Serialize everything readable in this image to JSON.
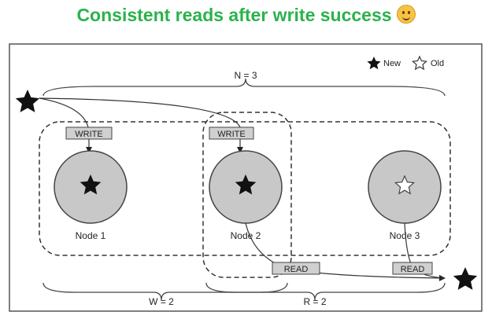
{
  "title": "Consistent reads after write success",
  "legend": {
    "new_label": "New",
    "old_label": "Old"
  },
  "labels": {
    "n": "N = 3",
    "w": "W = 2",
    "r": "R = 2",
    "write_1": "WRITE",
    "write_2": "WRITE",
    "read_1": "READ",
    "read_2": "READ"
  },
  "nodes": [
    {
      "name": "Node 1",
      "version": "New"
    },
    {
      "name": "Node 2",
      "version": "New"
    },
    {
      "name": "Node 3",
      "version": "Old"
    }
  ],
  "colors": {
    "title": "#2bb24c",
    "node_fill": "#c8c8c8",
    "tag_fill": "#d0d0d0"
  }
}
